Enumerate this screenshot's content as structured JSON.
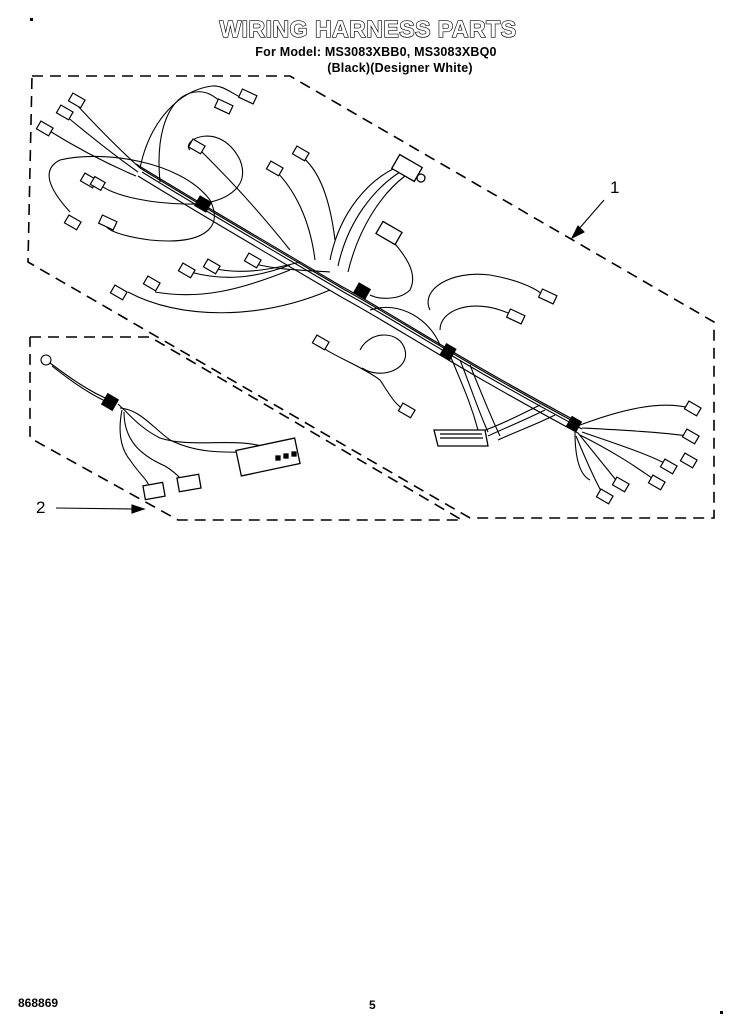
{
  "header": {
    "title": "WIRING HARNESS PARTS",
    "model_line": "For Model: MS3083XBB0, MS3083XBQ0",
    "color_line": "(Black)(Designer White)"
  },
  "callouts": {
    "part_1": "1",
    "part_2": "2"
  },
  "footer": {
    "doc_code": "868869",
    "page_number": "5"
  }
}
